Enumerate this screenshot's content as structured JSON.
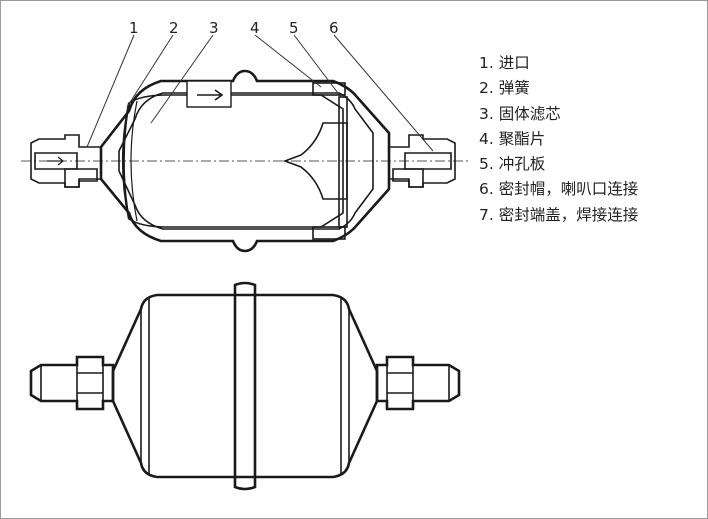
{
  "callouts": [
    "1",
    "2",
    "3",
    "4",
    "5",
    "6"
  ],
  "legend": [
    "1. 进口",
    "2. 弹簧",
    "3. 固体滤芯",
    "4. 聚酯片",
    "5. 冲孔板",
    "6. 密封帽，喇叭口连接",
    "7. 密封端盖，焊接连接"
  ]
}
